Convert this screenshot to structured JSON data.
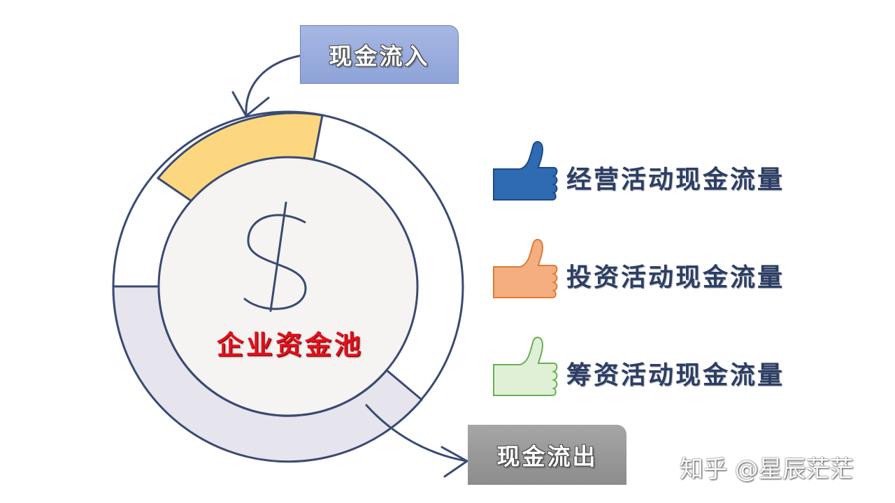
{
  "title": "",
  "center_label": "企业资金池",
  "currency_symbol": "$",
  "inflow_label": "现金流入",
  "outflow_label": "现金流出",
  "legend": [
    {
      "label": "经营活动现金流量",
      "color": "#2e6bb3",
      "stroke": "#1f4a85",
      "icon": "thumbs-up-icon"
    },
    {
      "label": "投资活动现金流量",
      "color": "#f4ae7f",
      "stroke": "#e07a36",
      "icon": "thumbs-up-icon"
    },
    {
      "label": "筹资活动现金流量",
      "color": "#dff0d6",
      "stroke": "#6aae52",
      "icon": "thumbs-up-icon"
    }
  ],
  "ring_colors": {
    "operating_segment": "#fcd77f",
    "outflow_segment": "#e6e4ec",
    "ring_stroke": "#3a4a73",
    "inner_fill": "#f5f4f2"
  },
  "watermark": "知乎 @星辰茫茫"
}
